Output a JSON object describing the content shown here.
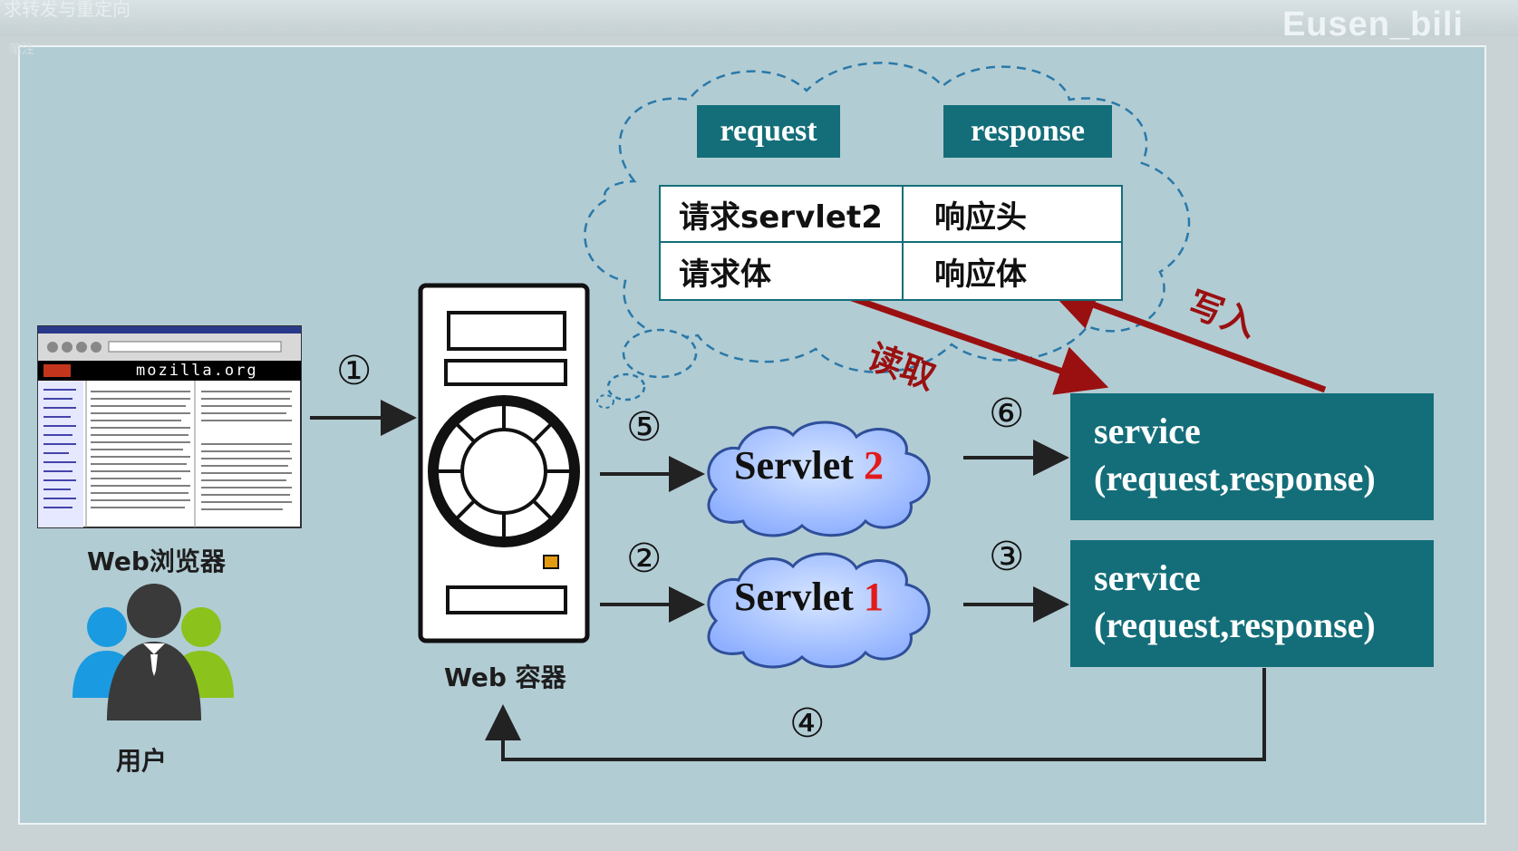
{
  "watermark": {
    "top_text": "求转发与重定向",
    "sub_text": "笔注",
    "brand": "Eusen_bili"
  },
  "cloud": {
    "request_tag": "request",
    "response_tag": "response",
    "table": [
      [
        "请求servlet2",
        "响应头"
      ],
      [
        "请求体",
        "响应体"
      ]
    ]
  },
  "arrows": {
    "read_label": "读取",
    "write_label": "写入"
  },
  "browser": {
    "caption": "Web浏览器",
    "site": "mozilla.org"
  },
  "users": {
    "caption": "用户"
  },
  "container": {
    "caption": "Web 容器"
  },
  "servlets": [
    {
      "name": "Servlet ",
      "number": "2"
    },
    {
      "name": "Servlet ",
      "number": "1"
    }
  ],
  "services": [
    {
      "line1": "service",
      "line2": "(request,response)"
    },
    {
      "line1": "service",
      "line2": "(request,response)"
    }
  ],
  "steps": [
    "①",
    "②",
    "③",
    "④",
    "⑤",
    "⑥"
  ],
  "colors": {
    "teal": "#136e79",
    "dark_red": "#9a1010",
    "bright_red": "#e21a1a",
    "panel_bg": "#b2ccd4"
  }
}
